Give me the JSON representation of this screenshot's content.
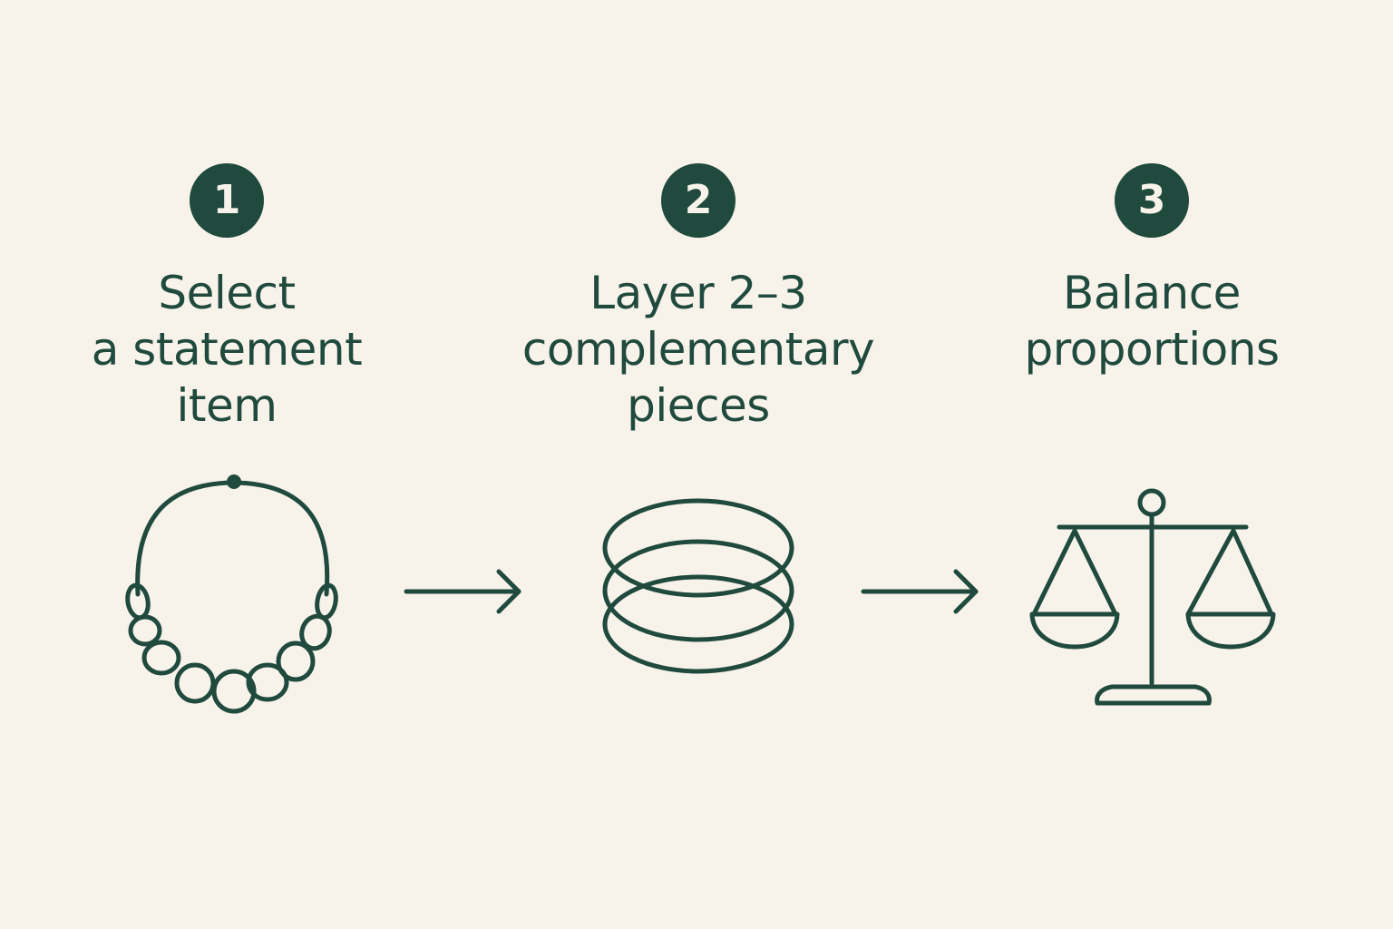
{
  "steps": [
    {
      "number": "1",
      "title_lines": [
        "Select",
        "a statement",
        "item"
      ],
      "icon": "necklace-icon"
    },
    {
      "number": "2",
      "title_lines": [
        "Layer 2–3",
        "complementary",
        "pieces"
      ],
      "icon": "stacked-bangles-icon"
    },
    {
      "number": "3",
      "title_lines": [
        "Balance",
        "proportions"
      ],
      "icon": "balance-scale-icon"
    }
  ],
  "connectors": [
    "arrow-right-icon",
    "arrow-right-icon"
  ],
  "colors": {
    "background": "#f8f3ea",
    "accent": "#1f4a3d"
  }
}
